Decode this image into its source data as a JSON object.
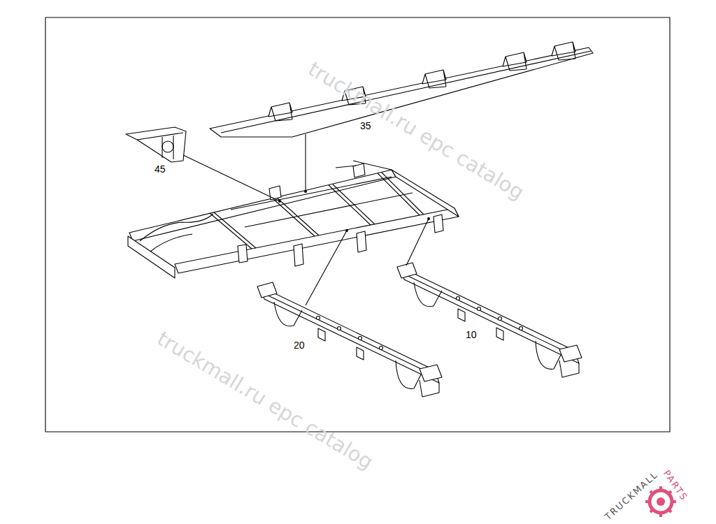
{
  "diagram": {
    "labels": [
      "35",
      "45",
      "20",
      "10",
      "truckmall.ru epc catalog",
      "truckmall.ru epc catalog",
      "TRUCKMALL",
      "PARTS"
    ]
  }
}
